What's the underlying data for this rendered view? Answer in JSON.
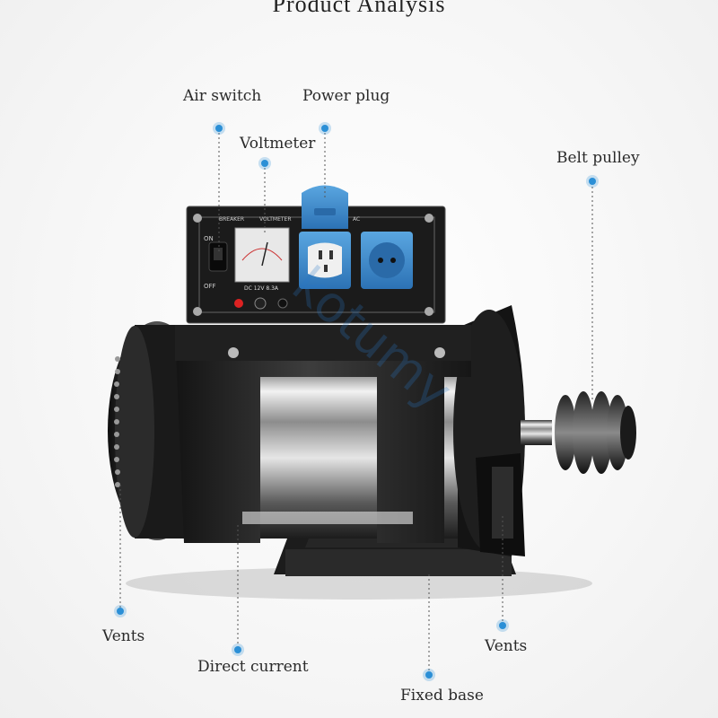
{
  "title": "Product Analysis",
  "labels": {
    "air_switch": "Air switch",
    "power_plug": "Power plug",
    "voltmeter": "Voltmeter",
    "belt_pulley": "Belt pulley",
    "vents_left": "Vents",
    "direct_current": "Direct current",
    "vents_right": "Vents",
    "fixed_base": "Fixed base"
  },
  "panel": {
    "breaker": "BREAKER",
    "voltmeter": "VOLTMETER",
    "ac": "AC",
    "on": "ON",
    "off": "OFF",
    "dc_spec": "DC 12V 8.3A"
  },
  "watermark": "kotumy",
  "colors": {
    "accent": "#2b8fd6",
    "socket_blue": "#3a86c8",
    "body_dark": "#222222"
  }
}
